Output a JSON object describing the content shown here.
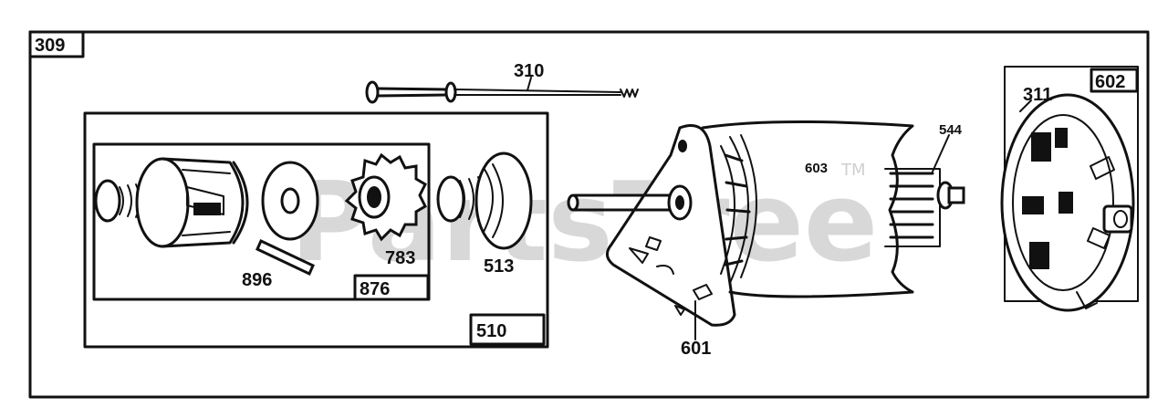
{
  "diagram": {
    "assembly_number": "309",
    "watermark": "PartsTree",
    "watermark_tm": "TM",
    "parts": {
      "p310": "310",
      "p311": "311",
      "p510": "510",
      "p513": "513",
      "p544": "544",
      "p601": "601",
      "p602": "602",
      "p603": "603",
      "p783": "783",
      "p876": "876",
      "p896": "896"
    }
  }
}
